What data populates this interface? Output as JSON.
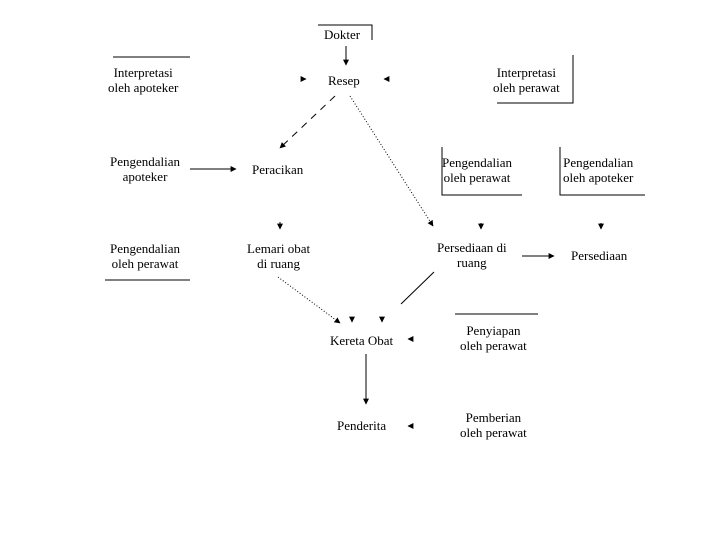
{
  "nodes": {
    "dokter": "Dokter",
    "resep": "Resep",
    "interpretasi_apoteker": "Interpretasi\noleh apoteker",
    "interpretasi_perawat": "Interpretasi\noleh perawat",
    "pengendalian_apoteker_left": "Pengendalian\napoteker",
    "peracikan": "Peracikan",
    "pengendalian_perawat_mid": "Pengendalian\noleh perawat",
    "pengendalian_apoteker_right": "Pengendalian\noleh apoteker",
    "pengendalian_perawat_left": "Pengendalian\noleh perawat",
    "lemari_obat": "Lemari obat\ndi ruang",
    "persediaan_di_ruang": "Persediaan di\nruang",
    "persediaan": "Persediaan",
    "kereta_obat": "Kereta Obat",
    "penyiapan_perawat": "Penyiapan\noleh perawat",
    "penderita": "Penderita",
    "pemberian_perawat": "Pemberian\noleh perawat"
  }
}
